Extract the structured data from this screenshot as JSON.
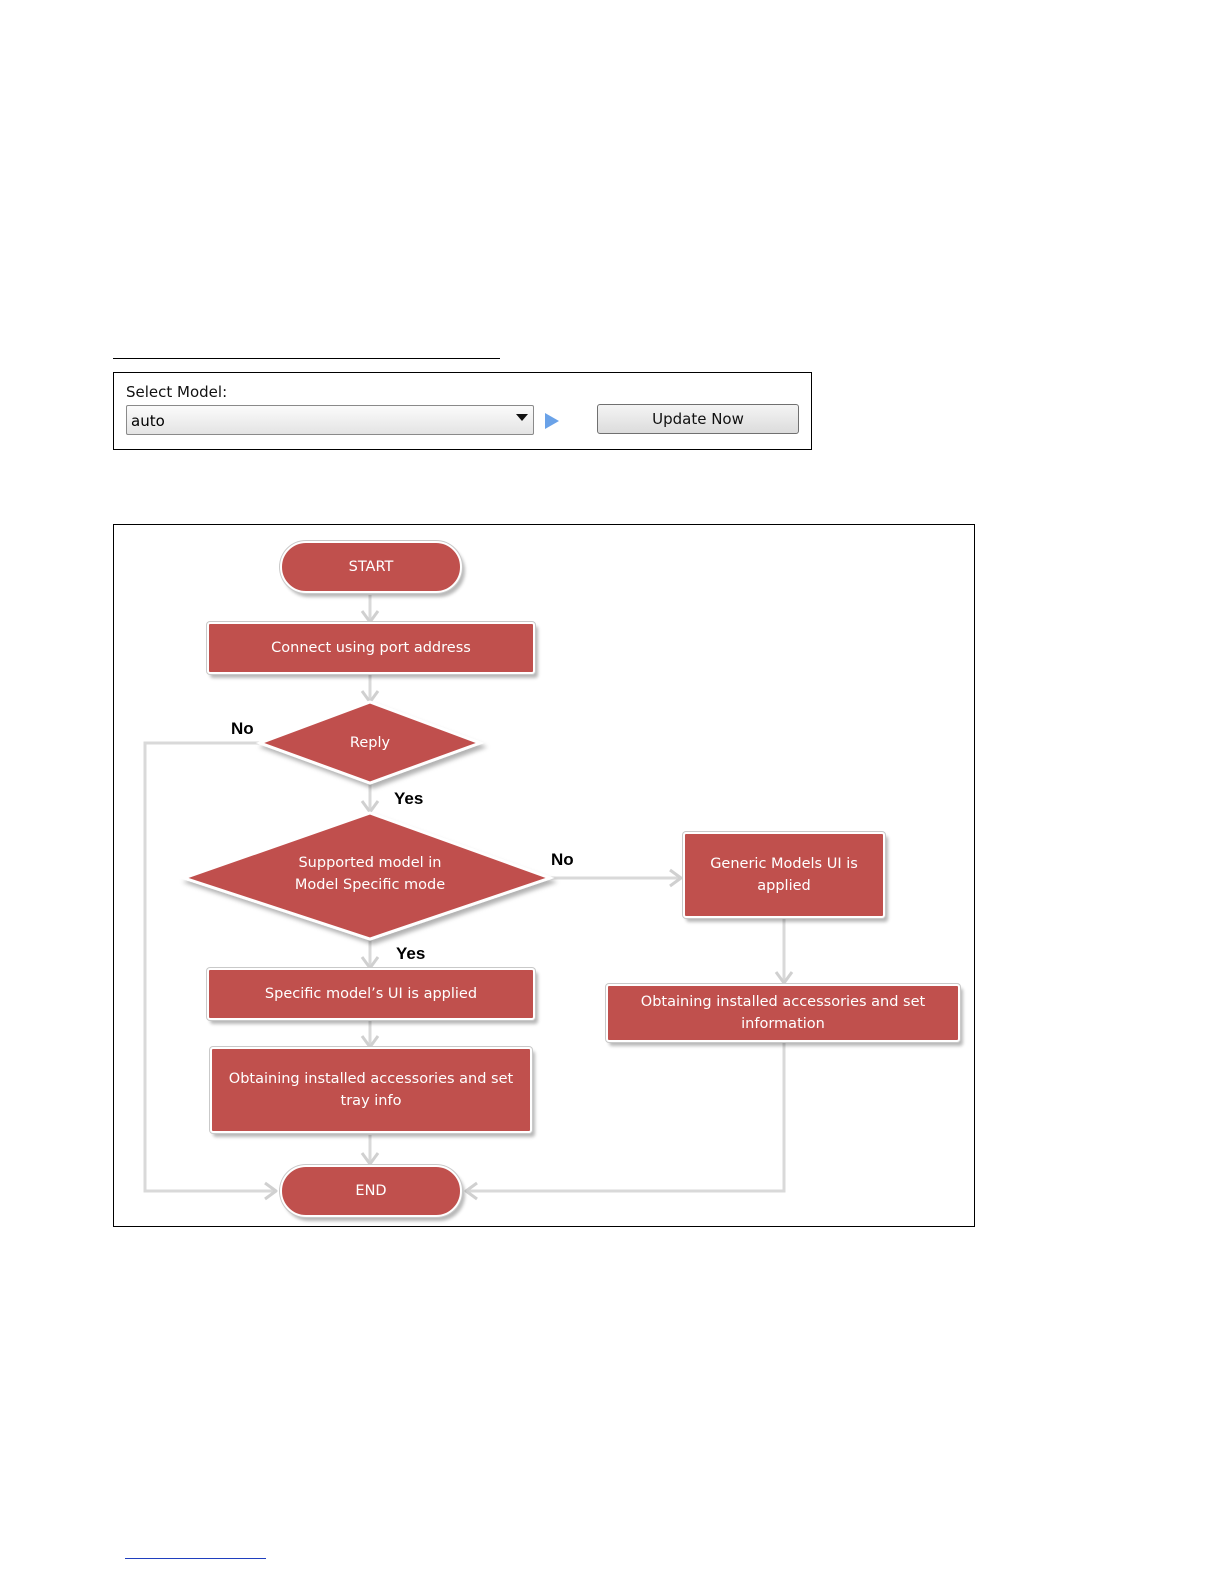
{
  "select_model": {
    "label": "Select Model:",
    "value": "auto",
    "update_button_label": "Update Now",
    "icons": {
      "dropdown": "chevron-down-icon",
      "go": "play-arrow-icon"
    }
  },
  "flowchart": {
    "nodes": {
      "start": "START",
      "connect": "Connect using port address",
      "reply": "Reply",
      "supported_line1": "Supported model in",
      "supported_line2": "Model Specific mode",
      "generic_line1": "Generic Models UI is",
      "generic_line2": "applied",
      "specific": "Specific model’s UI is applied",
      "obtain_left_line1": "Obtaining installed accessories and set",
      "obtain_left_line2": "tray info",
      "obtain_right_line1": "Obtaining installed accessories and set",
      "obtain_right_line2": "information",
      "end": "END"
    },
    "edge_labels": {
      "reply_no": "No",
      "reply_yes": "Yes",
      "supported_no": "No",
      "supported_yes": "Yes"
    },
    "colors": {
      "node_fill": "#c0504d",
      "node_text": "#ffffff",
      "connector": "#d9d9d9"
    }
  }
}
